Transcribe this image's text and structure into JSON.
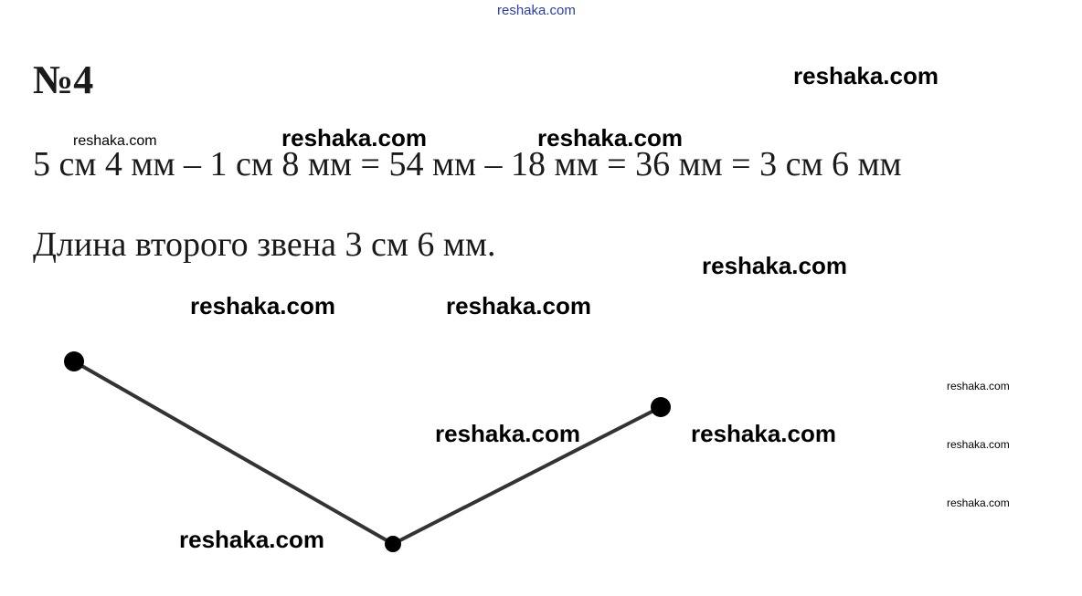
{
  "header_watermark": "reshaka.com",
  "task": {
    "number": "№4",
    "equation": "5 см 4 мм – 1 см 8 мм = 54 мм – 18 мм = 36 мм = 3 см 6 мм",
    "answer": "Длина второго звена 3 см 6 мм."
  },
  "watermark_text": "reshaka.com",
  "colors": {
    "text": "#1a1a1a",
    "line": "#333333",
    "point": "#000000",
    "header_watermark": "#2b3ea8"
  }
}
